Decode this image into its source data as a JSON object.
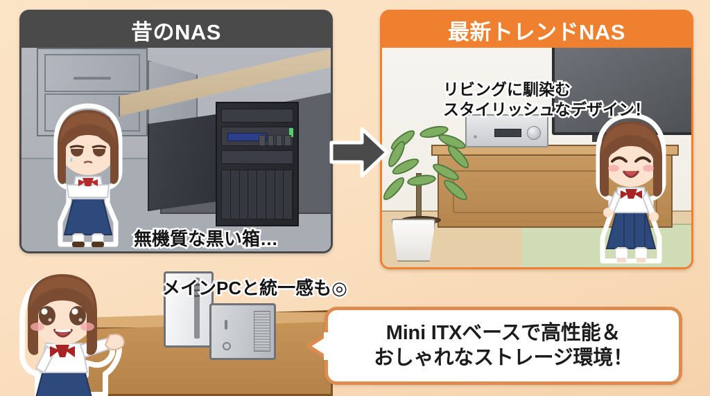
{
  "background": {
    "accent_orange": "#ee8030",
    "dark_gray": "#4a4a4a",
    "page_bg": "#fbe3c6"
  },
  "panels": [
    {
      "id": "old-nas",
      "header": "昔のNAS",
      "header_color": "#4a4a4a",
      "caption": "無機質な黒い箱…",
      "scene": "office desk with black tower PC and black server rack"
    },
    {
      "id": "new-nas",
      "header": "最新トレンドNAS",
      "header_color": "#ee8030",
      "caption_line1": "リビングに馴染む",
      "caption_line2": "スタイリッシュなデザイン！",
      "scene": "living room with plant, TV board, silver AV-style NAS"
    }
  ],
  "arrow": {
    "icon": "right-arrow-icon",
    "fill": "#4a4a4a",
    "stroke": "#ffffff"
  },
  "bottom": {
    "caption": "メインPCと統一感も◎",
    "bubble_line1": "Mini ITXベースで高性能＆",
    "bubble_line2": "おしゃれなストレージ環境！",
    "bubble_border": "#dd8b4e",
    "devices": [
      "white-pc-tower",
      "silver-mini-itx-nas"
    ]
  },
  "characters": [
    {
      "id": "girl-unhappy",
      "mood": "unhappy",
      "panel": "old-nas"
    },
    {
      "id": "girl-happy-right",
      "mood": "happy",
      "panel": "new-nas"
    },
    {
      "id": "girl-presenting",
      "mood": "happy-presenting",
      "panel": "bottom"
    }
  ]
}
